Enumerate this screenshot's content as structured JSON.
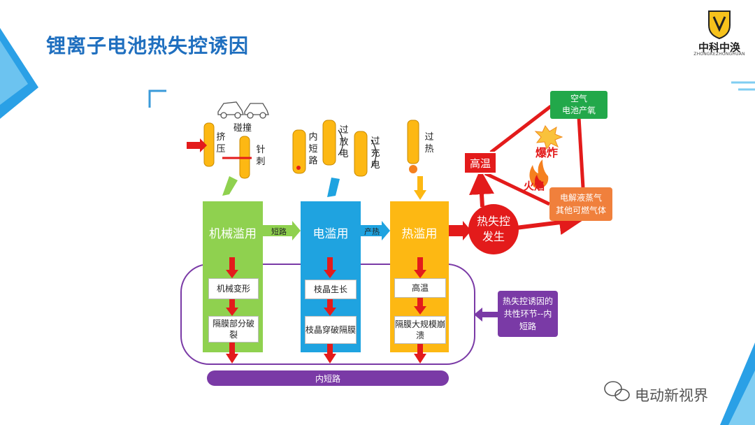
{
  "page": {
    "title": "锂离子电池热失控诱因",
    "logo_text": "中科中涣",
    "logo_subtext": "ZHONGKEZHONGHUAN",
    "watermark": "电动新视界"
  },
  "triggers": {
    "collision": "碰撞",
    "crush": "挤压",
    "penetration": "针刺",
    "internal_short": "内短路",
    "overdischarge": "过放电",
    "overcharge": "过充电",
    "overheat": "过热"
  },
  "abuse": {
    "mechanical": "机械滥用",
    "electrical": "电滥用",
    "thermal": "热滥用",
    "link_short": "短路",
    "link_heat": "产热"
  },
  "process": {
    "mechanical": [
      "机械变形",
      "隔膜部分破裂"
    ],
    "electrical": [
      "枝晶生长",
      "枝晶穿破隔膜"
    ],
    "thermal": [
      "高温",
      "隔膜大规模崩溃"
    ]
  },
  "common_note": "热失控诱因的共性环节--内短路",
  "bottom_bar": "内短路",
  "runaway": {
    "center": "热失控发生",
    "high_temp": "高温",
    "oxygen": "空气\n电池产氧",
    "gas": "电解液蒸气\n其他可燃气体",
    "explosion": "爆炸",
    "flame": "火焰"
  },
  "colors": {
    "title": "#1f6fbf",
    "mechanical": "#8fd14f",
    "electrical": "#1fa3e0",
    "thermal": "#fdb813",
    "danger": "#e31b1b",
    "oxygen": "#22a84a",
    "gas": "#f0803c",
    "bar": "#7a3aa6"
  }
}
